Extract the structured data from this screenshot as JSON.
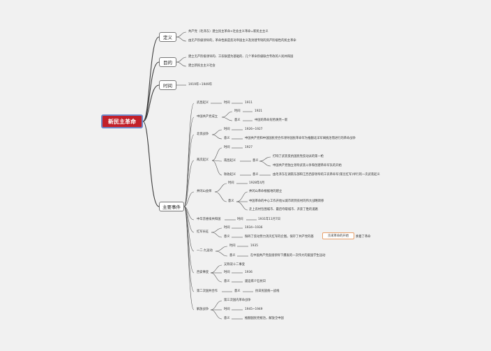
{
  "root": "新民主革命",
  "branches": {
    "definition": {
      "label": "定义",
      "items": [
        "共产党（毛泽东）建立民主革命+社会主义革命=新民主主义",
        "由无产阶级领导的，革命性质是反对帝国主义及封建专制的资产阶级性的民主革命"
      ]
    },
    "goal": {
      "label": "目的",
      "items": [
        "建立无产阶级领导的、工农联盟为基础的、几个革命阶级联合专政的人民共和国",
        "建立新民主主义社会"
      ]
    },
    "time": {
      "label": "时间",
      "value": "1919年~1949年"
    },
    "events": {
      "label": "主要事件",
      "e1": {
        "name": "武昌起义",
        "k_time": "时间",
        "v_time": "1911"
      },
      "e2": {
        "name": "中国共产党成立",
        "k_time": "时间",
        "v_time": "1921",
        "k_meaning": "意义",
        "v_meaning": "中国的革命形势焕然一新"
      },
      "e3": {
        "name": "北伐战争",
        "k_time": "时间",
        "v_time": "1926~1927",
        "k_meaning": "意义",
        "v_meaning": "中国共产党和中国国民党合作领导国民革命军为推翻北洋军阀统治而进行的革命战争"
      },
      "e4": {
        "name": "两次起义",
        "k_time": "时间",
        "v_time": "1927",
        "sub1": "南昌起义",
        "sub1_k": "意义",
        "sub1_v1": "打响了武装反抗国民党反动派的第一枪",
        "sub1_v2": "中国共产党独立领导武装斗争和创建革命军队的开始",
        "sub2": "秋收起义",
        "sub2_k": "意义",
        "sub2_v": "由毛泽东在湖南东部和江西西部领导的工农革命军(第豆红军)举行的一次武装起义"
      },
      "e5": {
        "name": "井冈山会师",
        "k_time": "时间",
        "v_time": "1928年4月",
        "k_meaning": "意义",
        "v_meaning1": "井冈山革命根据地的建立",
        "v_meaning2": "中国革命的中心工作开始从城市转到农村的伟大战略转移",
        "v_meaning3": "走上农村包围城市、最后夺取城市、开获了胜的道路"
      },
      "e6": {
        "name": "中华苏维埃共和国",
        "k_time": "时间",
        "v_time": "1931年11月7日"
      },
      "e7": {
        "name": "红军长征",
        "k_time": "时间",
        "v_time": "1934~1936",
        "k_meaning": "意义",
        "v_meaning": "粉碎了反动势力消灭红军的企图。保存了共产党的基",
        "v_meaning_tail": "奏着了革命",
        "note": "京采革命的开始"
      },
      "e8": {
        "name": "一二·九运动",
        "k_time": "时间",
        "v_time": "1935",
        "k_meaning": "意义",
        "v_meaning": "在中国共产党直接领导下爆发的一次伟大的爱国学生运动"
      },
      "e9": {
        "name": "西安事变",
        "v_alias": "又称双十二事变",
        "k_time": "时间",
        "v_time": "1936",
        "k_meaning": "意义",
        "v_meaning": "逼迫蒋介石抗日"
      },
      "e10": {
        "name": "第二次国共合作",
        "k_meaning": "意义",
        "v_meaning": "抗日民族统一战线"
      },
      "e11": {
        "name": "解放战争",
        "v_alias": "第三次国内革命战争",
        "k_time": "时间",
        "v_time": "1945~1949",
        "k_meaning": "意义",
        "v_meaning": "推翻国民党统治，解放全中国"
      }
    }
  }
}
